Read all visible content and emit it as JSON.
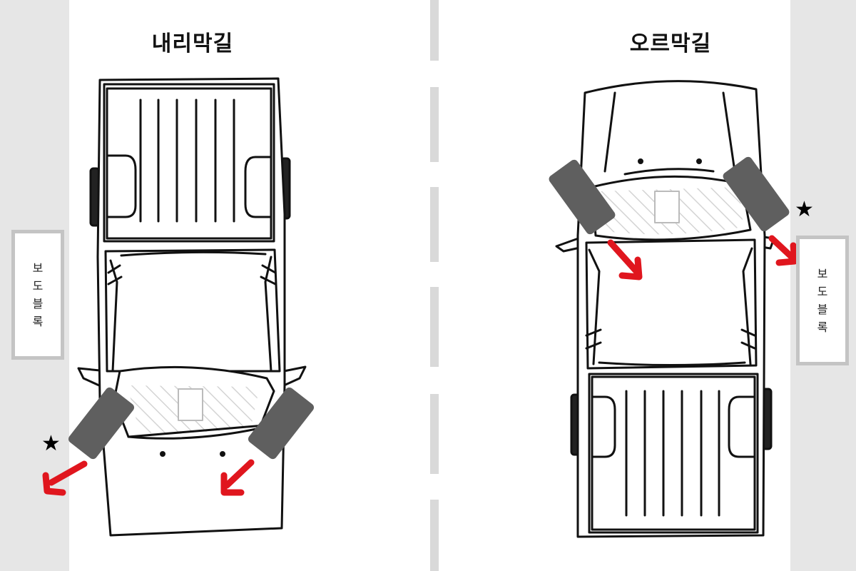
{
  "left_panel": {
    "title": "내리막길",
    "sidewalk_chars": [
      "보",
      "도",
      "블",
      "록"
    ],
    "star": "★"
  },
  "right_panel": {
    "title": "오르막길",
    "sidewalk_chars": [
      "보",
      "도",
      "블",
      "록"
    ],
    "star": "★"
  },
  "colors": {
    "arrow": "#e0161e",
    "tire": "#5f5f5f",
    "road_edge": "#e6e6e6",
    "lane_dash": "#d9d9d9",
    "sidewalk_border": "#c4c4c4"
  }
}
